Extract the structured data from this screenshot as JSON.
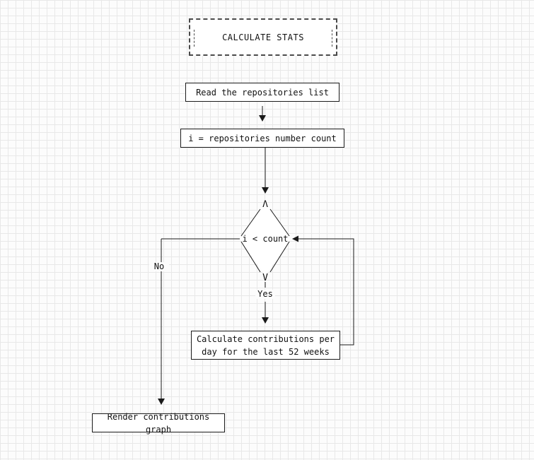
{
  "diagram": {
    "title": "CALCULATE STATS",
    "nodes": {
      "read": "Read the repositories list",
      "init": "i = repositories number count",
      "decision": "i < count",
      "calc": "Calculate contributions per\nday for the last 52 weeks",
      "render": "Render contributions graph"
    },
    "labels": {
      "no": "No",
      "yes": "Yes"
    },
    "glyphs": {
      "diamond_top": "Λ",
      "diamond_bottom": "V"
    },
    "colors": {
      "line": "#1a1a1a",
      "grid": "#e8e8e8",
      "background": "#fcfcfc",
      "node_background": "#ffffff",
      "text": "#111111"
    }
  }
}
